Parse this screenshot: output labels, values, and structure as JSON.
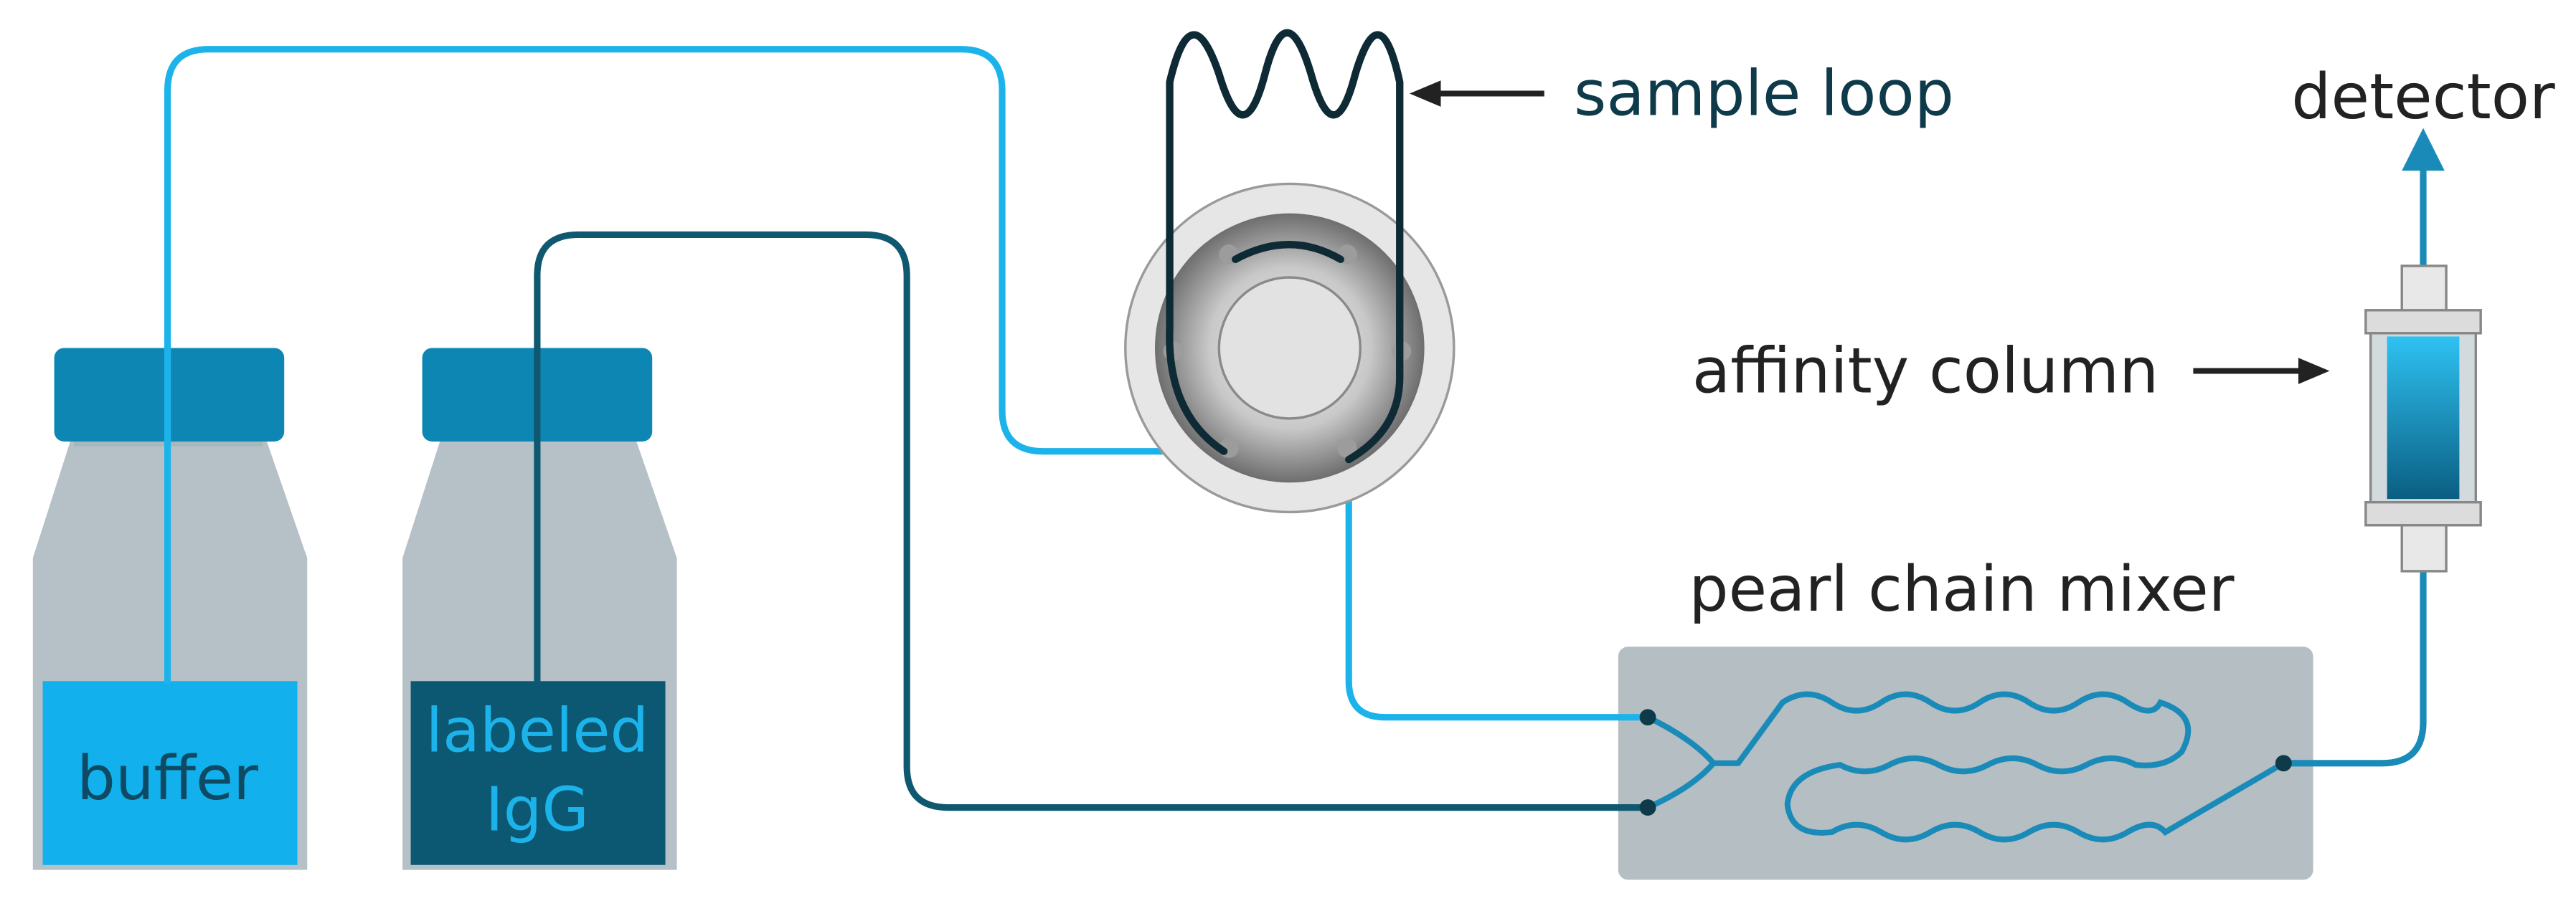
{
  "labels": {
    "sample_loop": "sample loop",
    "detector": "detector",
    "affinity_column": "affinity column",
    "pearl_chain_mixer": "pearl chain mixer",
    "buffer": "buffer",
    "labeled_line1": "labeled",
    "labeled_line2": "IgG"
  },
  "colors": {
    "light_blue": "#1cb3ea",
    "dark_teal": "#0f5870",
    "loop_dark": "#0e2a35",
    "mid_blue": "#1a8bb8",
    "bottle_body": "#b5c1c6",
    "cap": "#0e86b4",
    "buffer_fill": "#12b0ec",
    "igg_fill": "#0c5873",
    "mixer_body": "#b4bec3",
    "label_dark": "#0e3a4a",
    "label_black": "#222222"
  }
}
